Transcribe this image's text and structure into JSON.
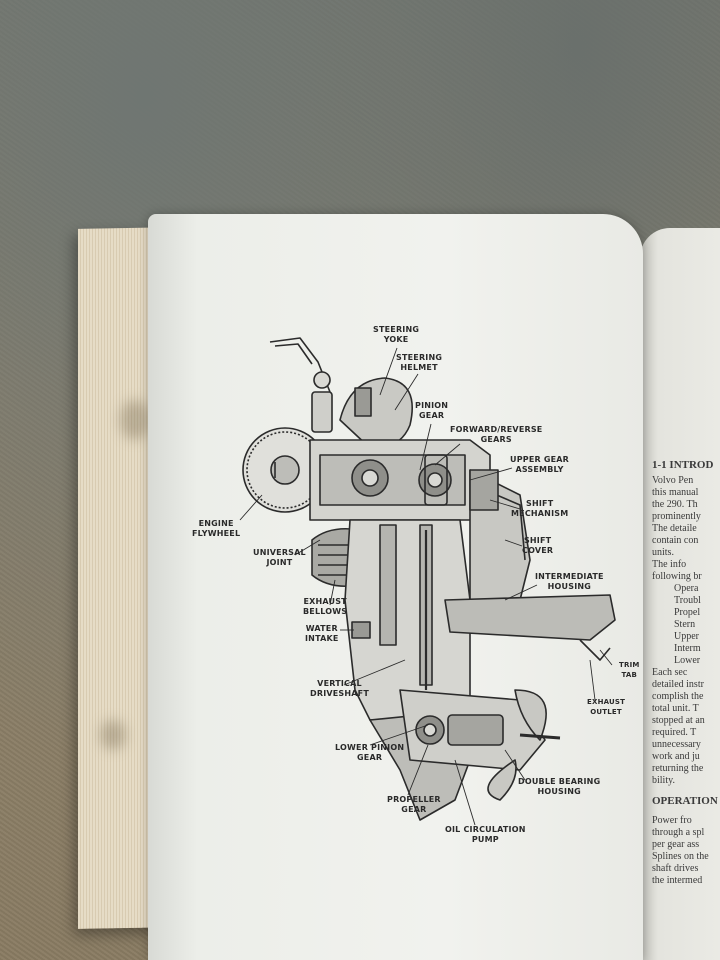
{
  "labels": {
    "steering_yoke": [
      "STEERING",
      "YOKE"
    ],
    "steering_helmet": [
      "STEERING",
      "HELMET"
    ],
    "pinion_gear": [
      "PINION",
      "GEAR"
    ],
    "forward_reverse_gears": [
      "FORWARD/REVERSE",
      "GEARS"
    ],
    "upper_gear_assembly": [
      "UPPER GEAR",
      "ASSEMBLY"
    ],
    "shift_mechanism": [
      "SHIFT",
      "MECHANISM"
    ],
    "shift_cover": [
      "SHIFT",
      "COVER"
    ],
    "intermediate_housing": [
      "INTERMEDIATE",
      "HOUSING"
    ],
    "engine_flywheel": [
      "ENGINE",
      "FLYWHEEL"
    ],
    "universal_joint": [
      "UNIVERSAL",
      "JOINT"
    ],
    "exhaust_bellows": [
      "EXHAUST",
      "BELLOWS"
    ],
    "water_intake": [
      "WATER",
      "INTAKE"
    ],
    "vertical_driveshaft": [
      "VERTICAL",
      "DRIVESHAFT"
    ],
    "lower_pinion_gear": [
      "LOWER PINION",
      "GEAR"
    ],
    "propeller_gear": [
      "PROPELLER",
      "GEAR"
    ],
    "oil_circulation_pump": [
      "OIL CIRCULATION",
      "PUMP"
    ],
    "double_bearing_housing": [
      "DOUBLE BEARING",
      "HOUSING"
    ],
    "exhaust_outlet": [
      "EXHAUST",
      "OUTLET"
    ],
    "trim_tab": [
      "TRIM",
      "TAB"
    ]
  },
  "right_page": {
    "heading": "1-1 INTROD",
    "lines": [
      "Volvo Pen",
      "this manual",
      "the 290. Th",
      "prominently",
      "The detaile",
      "contain con",
      "units.",
      "The info",
      "following br",
      "Opera",
      "Troubl",
      "Propel",
      "Stern",
      "Upper",
      "Interm",
      "Lower",
      "Each sec",
      "detailed instr",
      "complish the",
      "total unit. T",
      "stopped at an",
      "required. T",
      "unnecessary",
      "work and ju",
      "returning the",
      "bility."
    ],
    "heading2": "OPERATION",
    "lines2": [
      "Power fro",
      "through a spl",
      "per gear ass",
      "Splines on the",
      "shaft drives",
      "the intermed"
    ]
  }
}
